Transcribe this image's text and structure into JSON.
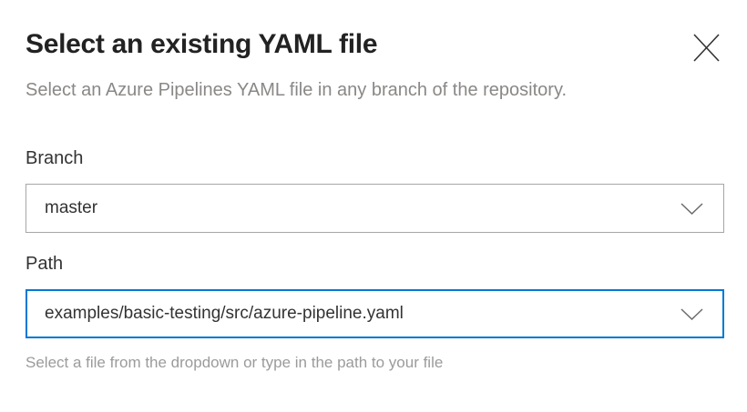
{
  "dialog": {
    "title": "Select an existing YAML file",
    "subtitle": "Select an Azure Pipelines YAML file in any branch of the repository.",
    "close_icon": "close-x"
  },
  "fields": {
    "branch": {
      "label": "Branch",
      "value": "master",
      "chevron_icon": "chevron-down"
    },
    "path": {
      "label": "Path",
      "value": "examples/basic-testing/src/azure-pipeline.yaml",
      "helper": "Select a file from the dropdown or type in the path to your file",
      "chevron_icon": "chevron-down"
    }
  },
  "colors": {
    "accent": "#0078d4",
    "border_gray": "#a6a6a6",
    "title_text": "#222222",
    "label_text": "#333333",
    "subtitle_text": "#8a8886",
    "helper_text": "#9b9b9b"
  }
}
